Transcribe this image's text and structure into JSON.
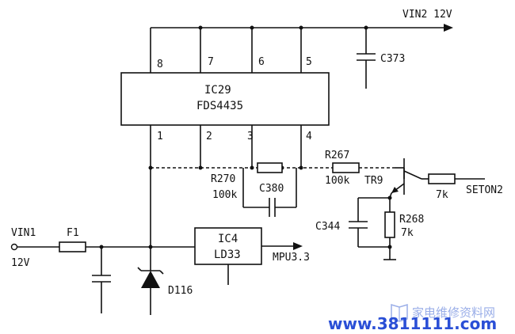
{
  "ic29": {
    "ref": "IC29",
    "part": "FDS4435",
    "pins": [
      "8",
      "7",
      "6",
      "5",
      "1",
      "2",
      "3",
      "4"
    ]
  },
  "ic4": {
    "ref": "IC4",
    "part": "LD33"
  },
  "nets": {
    "vin2": "VIN2 12V",
    "vin1": "VIN1",
    "vin1_voltage": "12V",
    "mpu": "MPU3.3",
    "seton2": "SETON2"
  },
  "components": {
    "c373": "C373",
    "f1": "F1",
    "d116": "D116",
    "r267": "R267",
    "r267_value": "100k",
    "r270": "R270",
    "r270_value": "100k",
    "c380": "C380",
    "tr9": "TR9",
    "r_base_value": "7k",
    "c344": "C344",
    "r268": "R268",
    "r268_value": "7k"
  },
  "watermark": {
    "url": "www.3811111.com",
    "site_name": "家电维修资料网"
  }
}
